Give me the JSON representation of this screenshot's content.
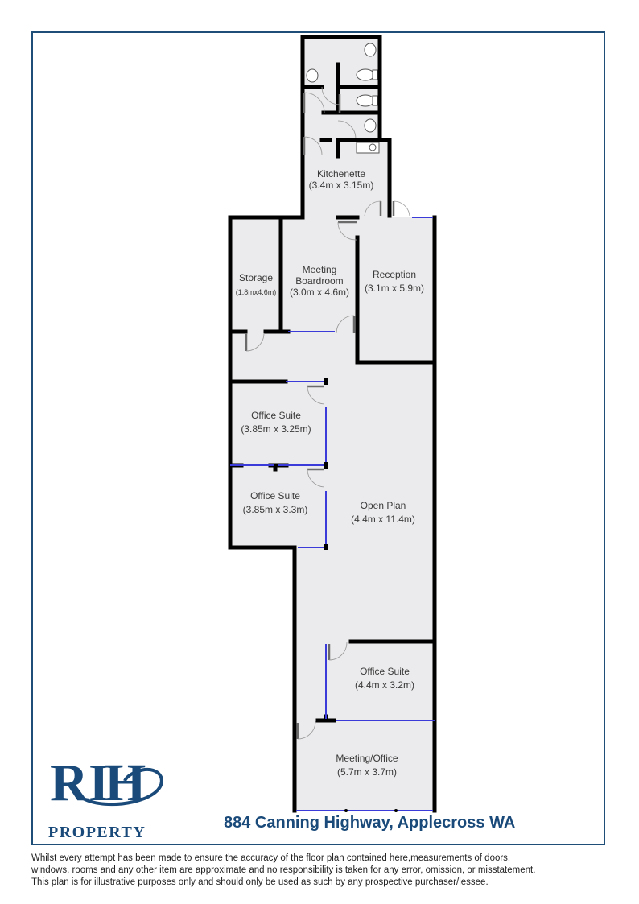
{
  "document": {
    "title": "884 Canning Highway, Applecross WA",
    "brand": {
      "mark": "RH",
      "word": "PROPERTY",
      "color": "#1a4a7a"
    },
    "frame_color": "#1f4e79",
    "disclaimer": [
      "Whilst every attempt has been made to ensure the accuracy of the floor plan contained here,measurements of doors,",
      "windows, rooms and any other item are approximate and no responsibility is taken for any error, omission, or misstatement.",
      "This plan is for illustrative purposes only and should only be used as such by any prospective purchaser/lessee."
    ]
  },
  "rooms": [
    {
      "name": "Kitchenette",
      "size": "(3.4m x 3.15m)"
    },
    {
      "name": "Storage",
      "size": "(1.8mx4.6m)"
    },
    {
      "name": "Meeting\nBoardroom",
      "line1": "Meeting",
      "line2": "Boardroom",
      "size": "(3.0m x 4.6m)"
    },
    {
      "name": "Reception",
      "size": "(3.1m x 5.9m)"
    },
    {
      "name": "Office Suite",
      "size": "(3.85m x 3.25m)"
    },
    {
      "name": "Office Suite",
      "size": "(3.85m x 3.3m)"
    },
    {
      "name": "Open Plan",
      "size": "(4.4m x 11.4m)"
    },
    {
      "name": "Office Suite",
      "size": "(4.4m x 3.2m)"
    },
    {
      "name": "Meeting/Office",
      "size": "(5.7m x 3.7m)"
    }
  ],
  "colors": {
    "floor": "#ebebed",
    "wall": "#000000",
    "window": "#3b3bd9",
    "door": "#6a6a6a"
  }
}
